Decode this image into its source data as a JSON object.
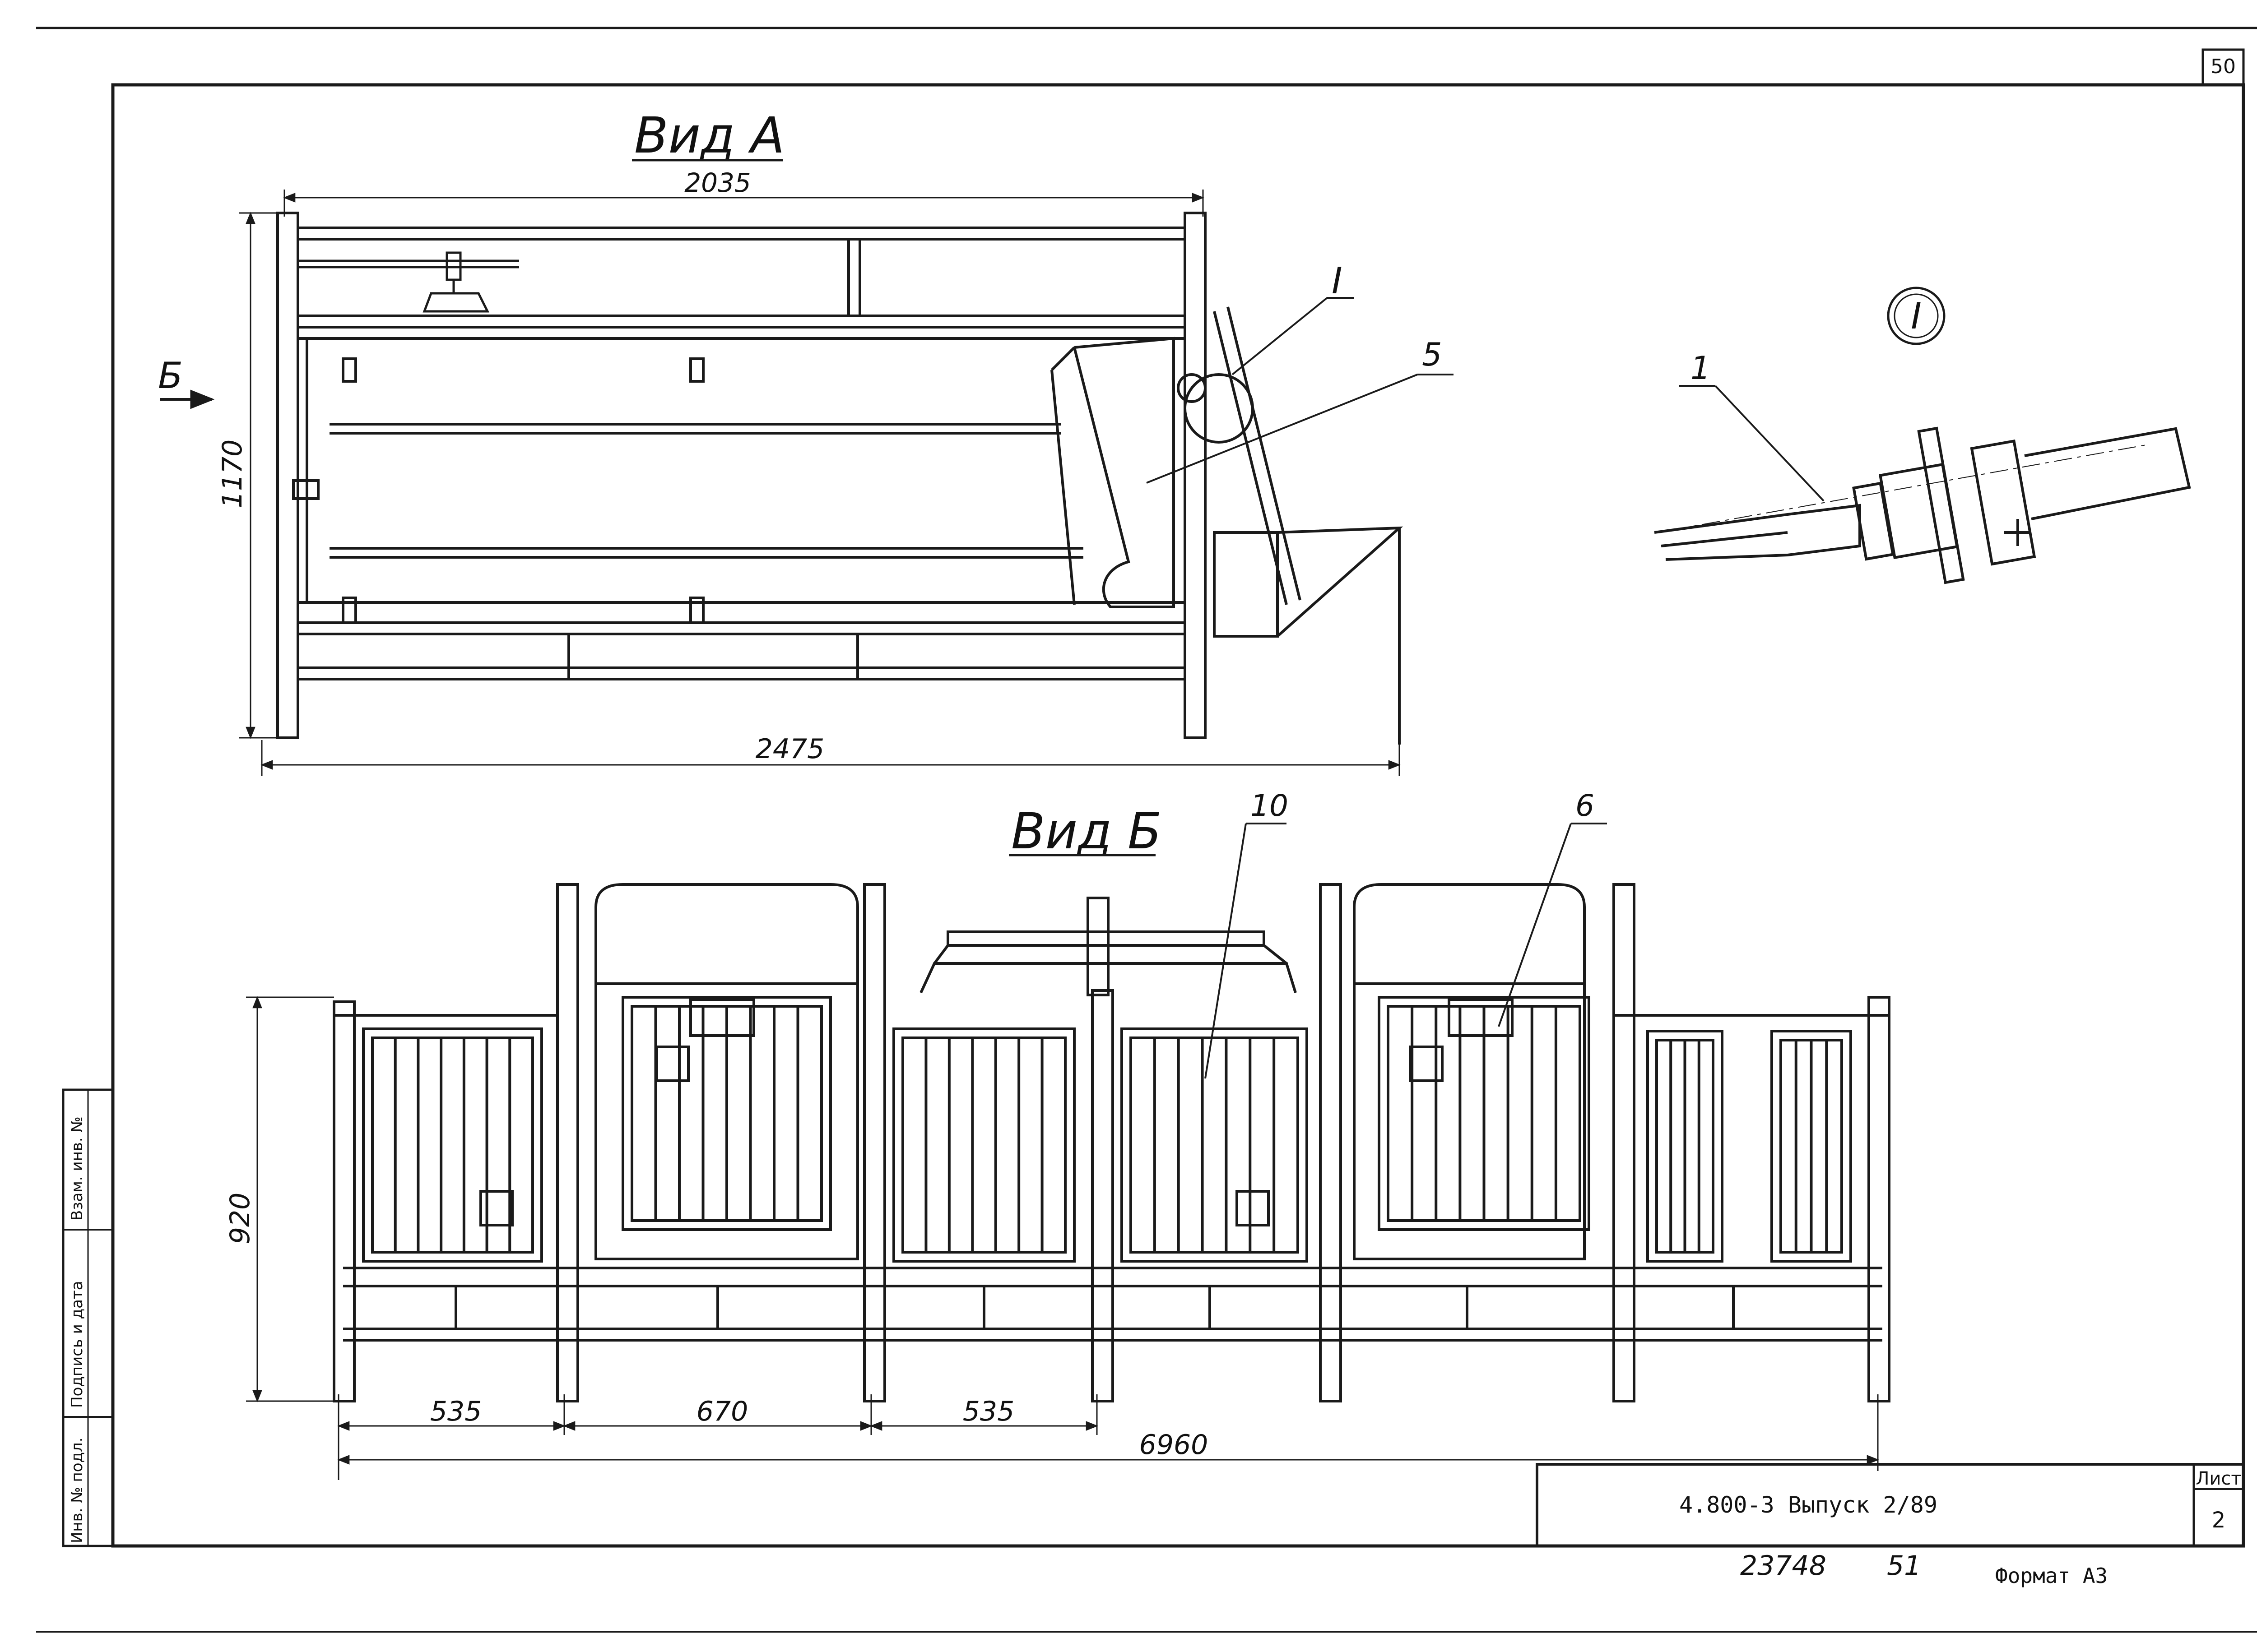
{
  "sheet": {
    "page_number": "50",
    "view_a_title": "Вид А",
    "view_b_title": "Вид Б",
    "detail_marker": "I",
    "view_b_arrow_label": "Б",
    "stamps": {
      "inv_podl": "Инв. № подл.",
      "podpis_data": "Подпись и дата",
      "vzam_inv": "Взам. инв. №"
    },
    "title_block": {
      "designation": "4.800-3  Выпуск 2/89",
      "list_label": "Лист",
      "list_number": "2"
    },
    "footer": {
      "archive_number": "23748",
      "page_ref": "51",
      "format": "Формат А3"
    }
  },
  "view_a": {
    "dimensions": {
      "top": "2035",
      "height": "1170",
      "bottom": "2475"
    },
    "leaders": {
      "detail": "I",
      "pos5": "5"
    }
  },
  "detail_i": {
    "leader": "1"
  },
  "view_b": {
    "dimensions": {
      "height": "920",
      "d1": "535",
      "d2": "670",
      "d3": "535",
      "total": "6960"
    },
    "leaders": {
      "pos10": "10",
      "pos6": "6"
    }
  }
}
